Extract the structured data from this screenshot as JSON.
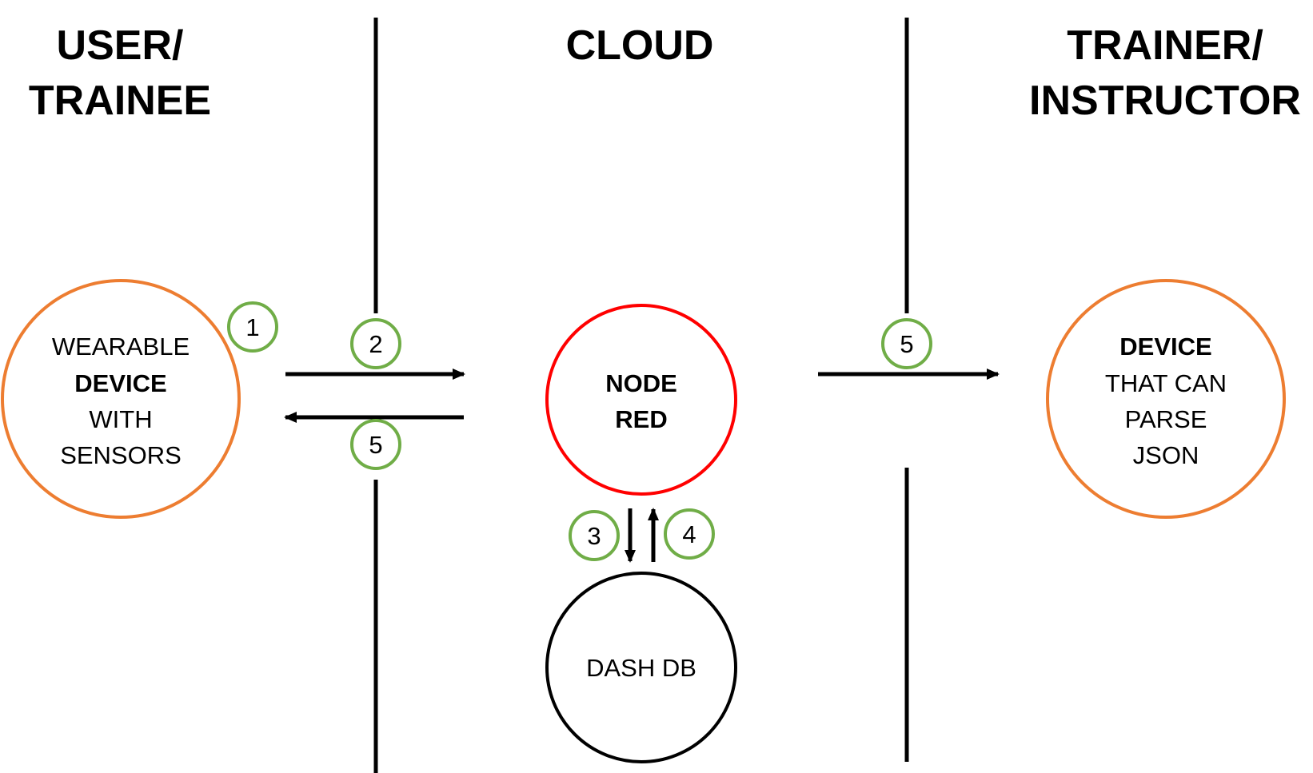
{
  "columns": {
    "user": {
      "title_line1": "USER/",
      "title_line2": "TRAINEE"
    },
    "cloud": {
      "title": "CLOUD"
    },
    "trainer": {
      "title_line1": "TRAINER/",
      "title_line2": "INSTRUCTOR"
    }
  },
  "nodes": {
    "wearable": {
      "line1": "WEARABLE",
      "line2": "DEVICE",
      "line3": "WITH",
      "line4": "SENSORS",
      "stroke": "#ED7D31"
    },
    "node_red": {
      "line1": "NODE",
      "line2": "RED",
      "stroke": "#FF0000"
    },
    "dash_db": {
      "label": "DASH DB",
      "stroke": "#000000"
    },
    "json_device": {
      "line1": "DEVICE",
      "line2": "THAT CAN",
      "line3": "PARSE",
      "line4": "JSON",
      "stroke": "#ED7D31"
    }
  },
  "steps": {
    "color": "#70AD47",
    "s1": "1",
    "s2": "2",
    "s3": "3",
    "s4": "4",
    "s5_return": "5",
    "s5_trainer": "5"
  }
}
